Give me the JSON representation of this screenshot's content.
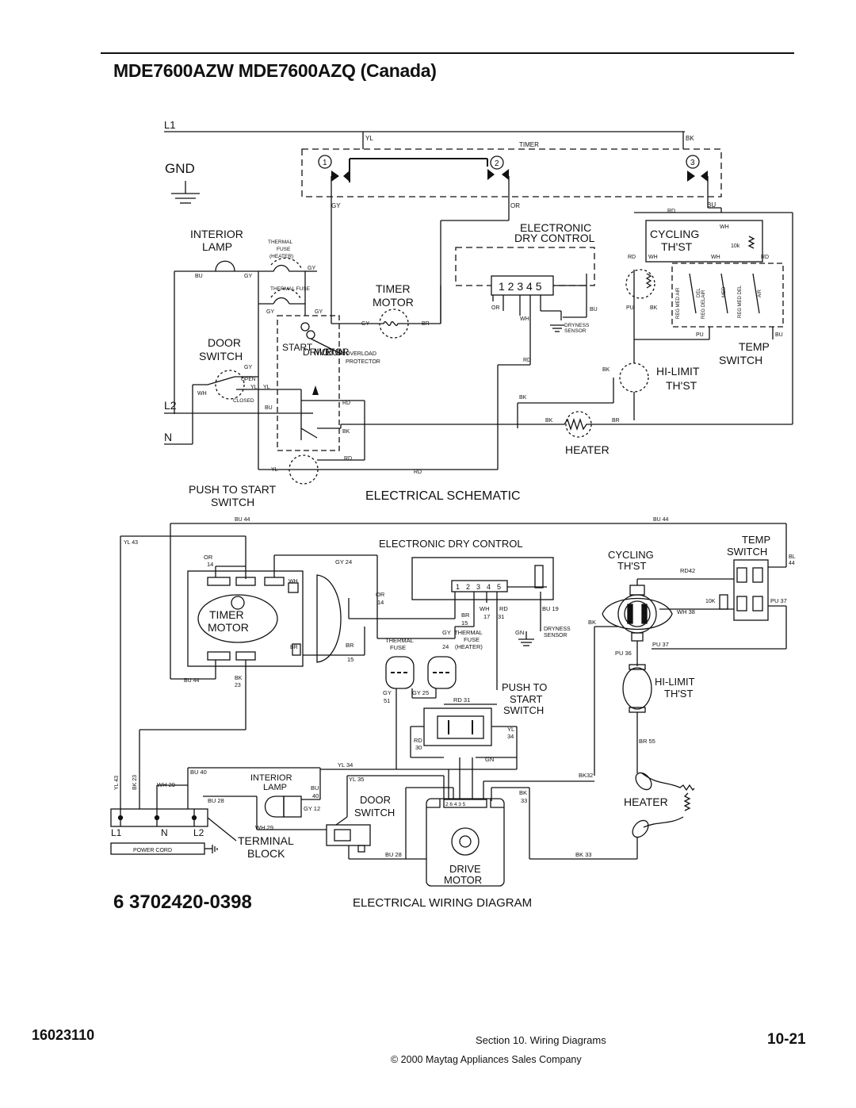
{
  "page": {
    "title": "MDE7600AZW  MDE7600AZQ  (Canada)",
    "part_number": "6 3702420-0398",
    "doc_number": "16023110",
    "section": "Section 10.    Wiring Diagrams",
    "page_number": "10-21",
    "copyright": "© 2000 Maytag Appliances Sales Company"
  },
  "schematic": {
    "caption": "ELECTRICAL SCHEMATIC",
    "l1": "L1",
    "l2": "L2",
    "n": "N",
    "gnd": "GND",
    "timer": "TIMER",
    "yl": "YL",
    "bk": "BK",
    "gy": "GY",
    "or": "OR",
    "rd": "RD",
    "bu": "BU",
    "wh": "WH",
    "pu": "PU",
    "br": "BR",
    "contact_1": "1",
    "contact_2": "2",
    "contact_3": "3",
    "interior_lamp_1": "INTERIOR",
    "interior_lamp_2": "LAMP",
    "thermal_fuse_heater_1": "THERMAL",
    "thermal_fuse_heater_2": "FUSE",
    "thermal_fuse_heater_3": "(HEATER)",
    "thermal_fuse": "THERMAL FUSE",
    "timer_motor_1": "TIMER",
    "timer_motor_2": "MOTOR",
    "edc_1": "ELECTRONIC",
    "edc_2": "DRY CONTROL",
    "edc_pins": "1 2 3 4 5",
    "dryness_1": "DRYNESS",
    "dryness_2": "SENSOR",
    "cycling_1": "CYCLING",
    "cycling_2": "TH'ST",
    "ten_k": "10k",
    "reg_med_air": "REG MED AIR",
    "del": "DEL",
    "reg_delair": "REG DELAIR",
    "med": "MED",
    "reg_med_del": "REG MED DEL",
    "air": "AIR",
    "temp_switch_1": "TEMP",
    "temp_switch_2": "SWITCH",
    "door_switch_1": "DOOR",
    "door_switch_2": "SWITCH",
    "open": "OPEN",
    "closed": "CLOSED",
    "start": "START",
    "drive": "DRIVE",
    "motor": "MOTOR",
    "run": "RUN",
    "overload_1": "OVERLOAD",
    "overload_2": "PROTECTOR",
    "hilimit_1": "HI-LIMIT",
    "hilimit_2": "TH'ST",
    "heater": "HEATER",
    "push_1": "PUSH TO START",
    "push_2": "SWITCH"
  },
  "wiring": {
    "caption": "ELECTRICAL WIRING DIAGRAM",
    "bu44": "BU 44",
    "yl43": "YL 43",
    "or14": "OR",
    "n14": "14",
    "gy24": "GY 24",
    "edc": "ELECTRONIC DRY CONTROL",
    "edc_pins": [
      "1",
      "2",
      "3",
      "4",
      "5"
    ],
    "cycling_1": "CYCLING",
    "cycling_2": "TH'ST",
    "temp_switch_1": "TEMP",
    "temp_switch_2": "SWITCH",
    "bl44": "BL",
    "bl44n": "44",
    "rd42": "RD42",
    "ten_k": "10K",
    "wh38": "WH 38",
    "pu37": "PU 37",
    "pu37b": "PU 37",
    "pu36": "PU 36",
    "bk32": "BK",
    "bk32n": "32",
    "timer_motor_1": "TIMER",
    "timer_motor_2": "MOTOR",
    "wh": "WH",
    "br": "BR",
    "br15": "BR",
    "n15": "15",
    "wh_rd": "WH",
    "rd": "RD",
    "n17": "17",
    "n31": "31",
    "bu19": "BU 19",
    "br15b": "BR",
    "n15b": "15",
    "thermal_fuse_1": "THERMAL",
    "thermal_fuse_2": "FUSE",
    "thermal_fuse_h1": "THERMAL",
    "thermal_fuse_h2": "FUSE",
    "thermal_fuse_h3": "(HEATER)",
    "gy": "GY",
    "n24": "24",
    "gn": "GN",
    "dryness_1": "DRYNESS",
    "dryness_2": "SENSOR",
    "bu44b": "BU 44",
    "bk23": "BK",
    "n23": "23",
    "gy51": "GY",
    "n51": "51",
    "gy25": "GY 25",
    "rd31": "RD 31",
    "push_1": "PUSH TO",
    "push_2": "START",
    "push_3": "SWITCH",
    "hilimit_1": "HI-LIMIT",
    "hilimit_2": "TH'ST",
    "br55": "BR 55",
    "rd30": "RD",
    "n30": "30",
    "yl34": "YL",
    "n34": "34",
    "yl34b": "YL 34",
    "gn2": "GN",
    "bk32b": "BK32",
    "yl43v": "YL 43",
    "bk23v": "BK 23",
    "bu40": "BU 40",
    "wh29": "WH 29",
    "interior_lamp_1": "INTERIOR",
    "interior_lamp_2": "LAMP",
    "bu": "BU",
    "n40": "40",
    "yl35": "YL 35",
    "bu28": "BU 28",
    "gy12": "GY 12",
    "door_1": "DOOR",
    "door_2": "SWITCH",
    "bk33": "BK",
    "n33": "33",
    "heater": "HEATER",
    "drive_pins": "2  6  4  3  5",
    "wh29b": "WH 29",
    "l1": "L1",
    "n": "N",
    "l2": "L2",
    "terminal_1": "TERMINAL",
    "terminal_2": "BLOCK",
    "power_cord": "POWER CORD",
    "bu28b": "BU 28",
    "bk33b": "BK 33",
    "drive_1": "DRIVE",
    "drive_2": "MOTOR"
  }
}
